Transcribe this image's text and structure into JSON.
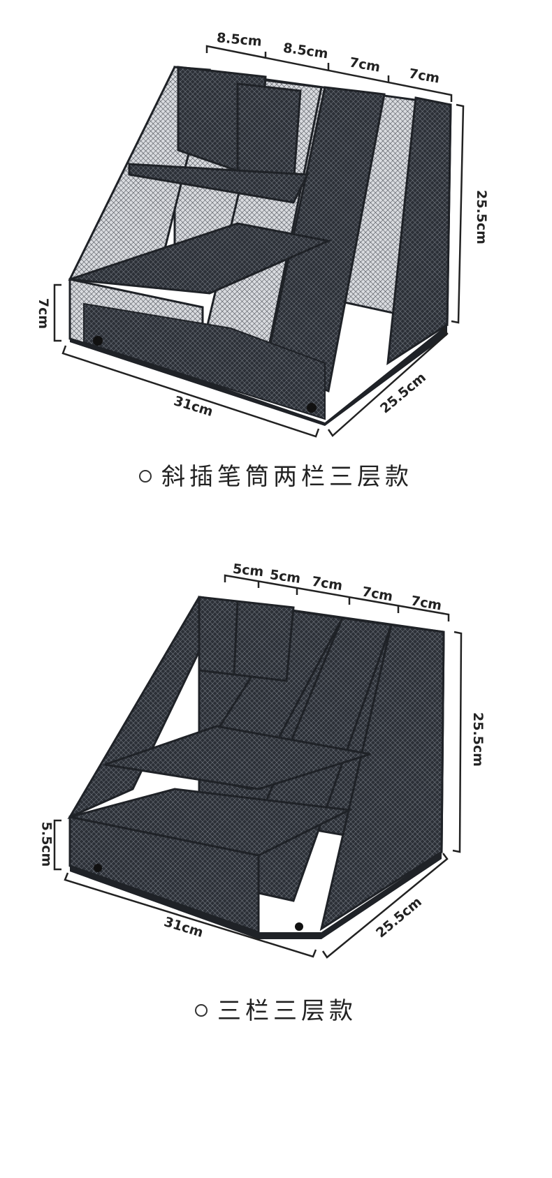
{
  "products": [
    {
      "caption": "斜插笔筒两栏三层款",
      "dimensions": {
        "top_widths": [
          "8.5cm",
          "8.5cm",
          "7cm",
          "7cm"
        ],
        "height": "25.5cm",
        "drawer_height": "7cm",
        "length": "31cm",
        "depth": "25.5cm"
      }
    },
    {
      "caption": "三栏三层款",
      "dimensions": {
        "top_widths": [
          "5cm",
          "5cm",
          "7cm",
          "7cm",
          "7cm"
        ],
        "height": "25.5cm",
        "drawer_height": "5.5cm",
        "length": "31cm",
        "depth": "25.5cm"
      }
    }
  ],
  "colors": {
    "frame": "#1f2227",
    "mesh": "#3a3e46",
    "dimension_line": "#222222"
  }
}
